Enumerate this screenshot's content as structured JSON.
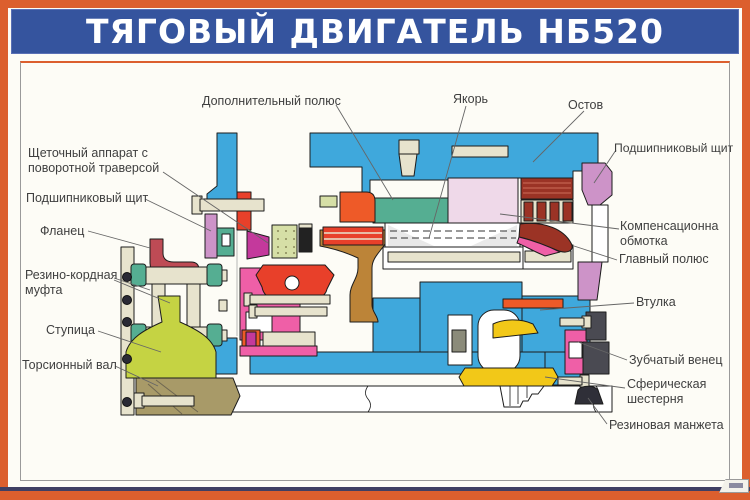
{
  "title": "ТЯГОВЫЙ ДВИГАТЕЛЬ НБ520",
  "labels": {
    "shchetochny_apparat": "Щеточный аппарат с поворотной траверсой",
    "podshipnikovy_shchit_left": "Подшипниковый щит",
    "flanets": "Фланец",
    "rezino_kordnaya_mufta": "Резино-кордная муфта",
    "stupitsa": "Ступица",
    "torsionny_val": "Торсионный вал",
    "dopolnitelny_polyus": "Дополнительный полюс",
    "yakor": "Якорь",
    "ostov": "Остов",
    "podshipnikovy_shchit_right": "Подшипниковый щит",
    "kompensatsionnaya_obmotka": "Компенсационна обмотка",
    "glavny_polyus": "Главный полюс",
    "vtulka": "Втулка",
    "zubchaty_venets": "Зубчатый венец",
    "sfericheskaya_shesternya": "Сферическая шестерня",
    "rezinovaya_manzheta": "Резиновая манжета"
  },
  "colors": {
    "border_orange": "#DC5F2E",
    "title_blue": "#35549E",
    "housing_blue": "#3FA8DC",
    "shield_violet": "#CD93C8",
    "winding_dark_red": "#9B3325",
    "pole_pink": "#EF5FA7",
    "metal_beige": "#E7E3CD",
    "coupling_teal": "#55AE92",
    "hub_olive": "#C5D343",
    "gear_yellow": "#F2C818",
    "brush_orange": "#EE5A28",
    "detail_red": "#E8402A",
    "flange_crimson": "#BE4B55",
    "cone_brown": "#BC8438",
    "armature_pink": "#EFD9E9",
    "tan_khaki": "#A89A68",
    "magenta": "#C4399C",
    "pale_green": "#D6DFA6",
    "dark_gray": "#4A4A52",
    "label_text": "#3F3F3F"
  }
}
